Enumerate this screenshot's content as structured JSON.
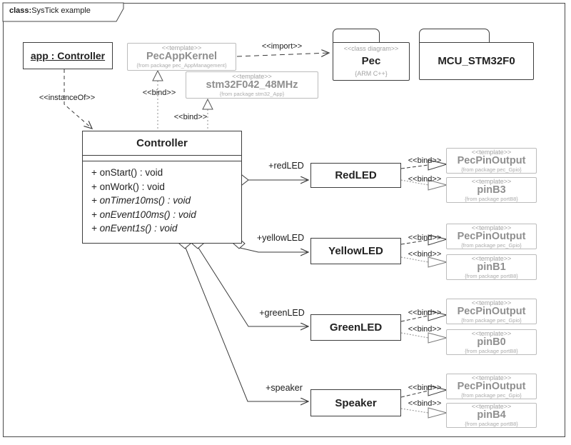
{
  "frame": {
    "keyword": "class:",
    "title": "SysTick example"
  },
  "labels": {
    "bind": "<<bind>>",
    "import": "<<import>>",
    "instance_of": "<<instanceOf>>"
  },
  "instance": {
    "name": "app : Controller"
  },
  "kernel": {
    "stereotype": "<<template>>",
    "name": "PecAppKernel",
    "package": "{from package pec_AppManagement}"
  },
  "clock": {
    "stereotype": "<<template>>",
    "name": "stm32F042_48MHz",
    "package": "{from package stm32_App}"
  },
  "packages": {
    "pec": {
      "stereotype": "<<class diagram>>",
      "name": "Pec",
      "language": "{ARM C++}"
    },
    "mcu": {
      "name": "MCU_STM32F0"
    }
  },
  "controller": {
    "name": "Controller",
    "operations": [
      "+ onStart() : void",
      "+ onWork() : void",
      "+ onTimer10ms() : void",
      "+ onEvent100ms() : void",
      "+ onEvent1s() : void"
    ]
  },
  "rows": [
    {
      "role": "+redLED",
      "name": "RedLED",
      "output": {
        "stereotype": "<<template>>",
        "name": "PecPinOutput",
        "package": "{from package pec_Gpio}"
      },
      "pin": {
        "stereotype": "<<template>>",
        "name": "pinB3",
        "package": "{from package portB8}"
      }
    },
    {
      "role": "+yellowLED",
      "name": "YellowLED",
      "output": {
        "stereotype": "<<template>>",
        "name": "PecPinOutput",
        "package": "{from package pec_Gpio}"
      },
      "pin": {
        "stereotype": "<<template>>",
        "name": "pinB1",
        "package": "{from package portB8}"
      }
    },
    {
      "role": "+greenLED",
      "name": "GreenLED",
      "output": {
        "stereotype": "<<template>>",
        "name": "PecPinOutput",
        "package": "{from package pec_Gpio}"
      },
      "pin": {
        "stereotype": "<<template>>",
        "name": "pinB0",
        "package": "{from package portB8}"
      }
    },
    {
      "role": "+speaker",
      "name": "Speaker",
      "output": {
        "stereotype": "<<template>>",
        "name": "PecPinOutput",
        "package": "{from package pec_Gpio}"
      },
      "pin": {
        "stereotype": "<<template>>",
        "name": "pinB4",
        "package": "{from package portB8}"
      }
    }
  ],
  "colors": {
    "node_border": "#3d3d3d",
    "template_border": "#bcbcbc",
    "template_text": "#8f8f8f",
    "line": "#3a3a3a",
    "gray_line": "#8f8f8f",
    "frame_border": "#4a4a4a"
  }
}
